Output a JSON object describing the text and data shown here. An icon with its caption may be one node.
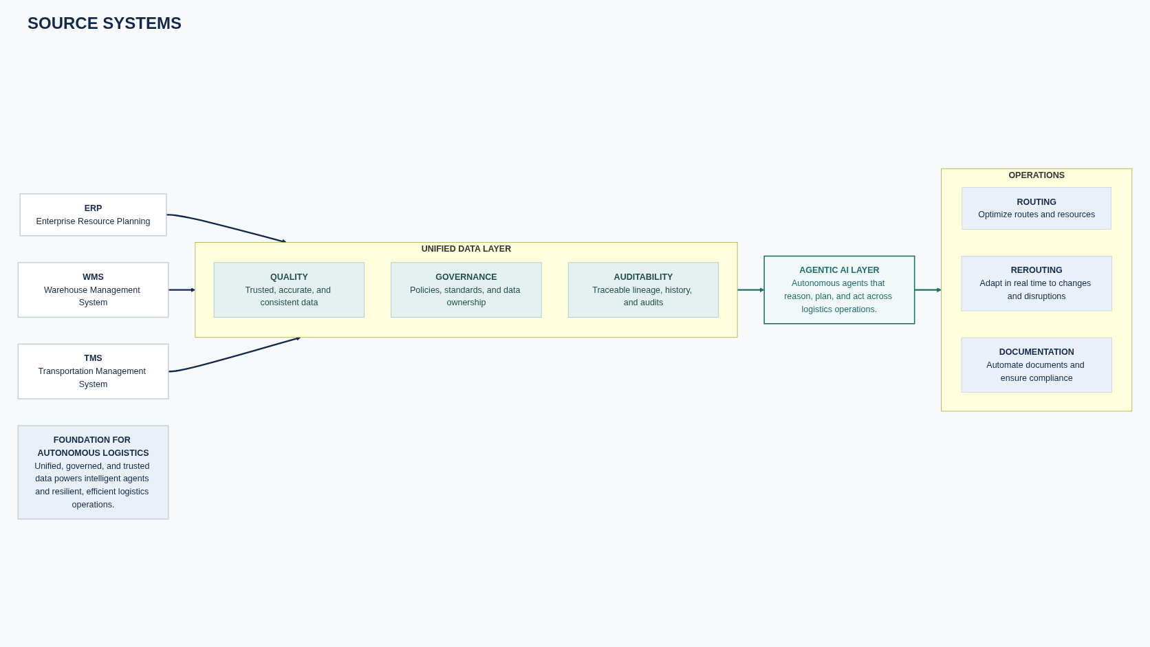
{
  "diagram": {
    "nodes": [
      {
        "text": [
          "ERP",
          "Enterprise Resource Planning"
        ]
      },
      {
        "text": [
          "WMS",
          "Warehouse Management System"
        ]
      },
      {
        "text": [
          "TMS",
          "Transportation Management System"
        ]
      },
      {
        "text": [
          "AGENTIC AI LAYER",
          "Autonomous agents that reason, plan, and act across logistics operations."
        ]
      },
      {
        "text": [
          "UNIFIED DATA LAYER"
        ]
      },
      {
        "text": [
          "QUALITY",
          "Trusted, accurate, and consistent data"
        ],
        "in": 4
      },
      {
        "text": [
          "GOVERNANCE",
          "Policies, standards, and data ownership"
        ],
        "in": 4
      },
      {
        "text": [
          "AUDITABILITY",
          "Traceable lineage, history, and audits"
        ],
        "in": 4
      },
      {
        "text": [
          "OPERATIONS"
        ]
      },
      {
        "text": [
          "ROUTING",
          "Optimize routes and resources"
        ],
        "in": 8
      },
      {
        "text": [
          "REROUTING",
          "Adapt in real time to changes and disruptions"
        ],
        "in": 8
      },
      {
        "text": [
          "DOCUMENTATION",
          "Automate documents and ensure compliance"
        ],
        "in": 8
      },
      {
        "text": [
          "FOUNDATION FOR AUTONOMOUS LOGISTICS",
          "Unified, governed, and trusted data powers intelligent agents and resilient, efficient logistics operations."
        ]
      }
    ],
    "edges": [
      {
        "from": 0,
        "to": 4,
        "arrow": "to"
      },
      {
        "from": 1,
        "to": 4,
        "arrow": "to"
      },
      {
        "from": 2,
        "to": 4,
        "arrow": "to"
      },
      {
        "from": 4,
        "to": 3,
        "arrow": "to",
        "color": "#1f6f6a"
      },
      {
        "from": 3,
        "to": 8,
        "arrow": "to",
        "color": "#1f6f6a"
      }
    ],
    "labels": [
      "SOURCE SYSTEMS"
    ]
  }
}
